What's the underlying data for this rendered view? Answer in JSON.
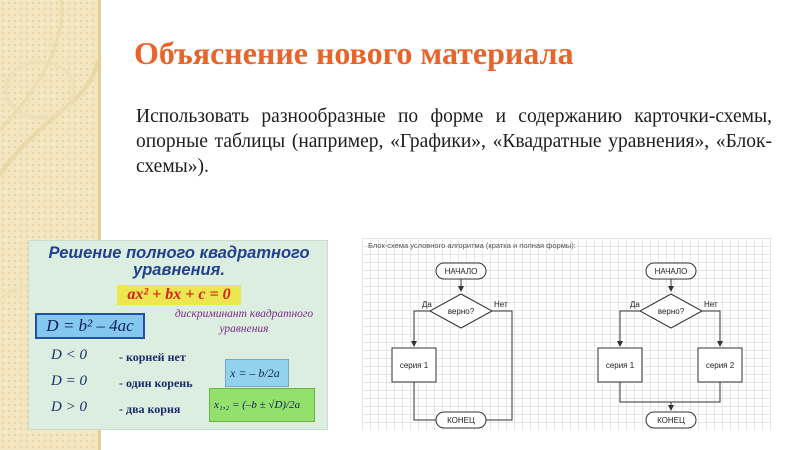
{
  "slide": {
    "title": "Объяснение нового материала",
    "body": "Использовать разнообразные по форме и содержанию карточки-схемы, опорные таблицы (например, «Графики», «Квадратные уравнения», «Блок-схемы»)."
  },
  "card": {
    "title": "Решение полного квадратного уравнения.",
    "equation": "ax² + bx + c = 0",
    "discriminant_formula": "D = b² – 4ac",
    "discriminant_label": "дискриминант квадратного уравнения",
    "conditions": [
      {
        "cond": "D < 0",
        "label": "- корней нет"
      },
      {
        "cond": "D = 0",
        "label": "- один корень"
      },
      {
        "cond": "D > 0",
        "label": "- два корня"
      }
    ],
    "one_root_formula": "x = – b/2a",
    "two_roots_formula": "x₁,₂ = (–b ± √D)/2a"
  },
  "flowchart": {
    "caption": "Блок-схема условного алгоритма (кратка и полная формы):",
    "start": "НАЧАЛО",
    "condition": "верно?",
    "yes": "Да",
    "no": "Нет",
    "series1": "серия 1",
    "series2": "серия 2",
    "end": "КОНЕЦ"
  },
  "colors": {
    "title": "#e7642a",
    "strip": "#f2e5bf"
  }
}
